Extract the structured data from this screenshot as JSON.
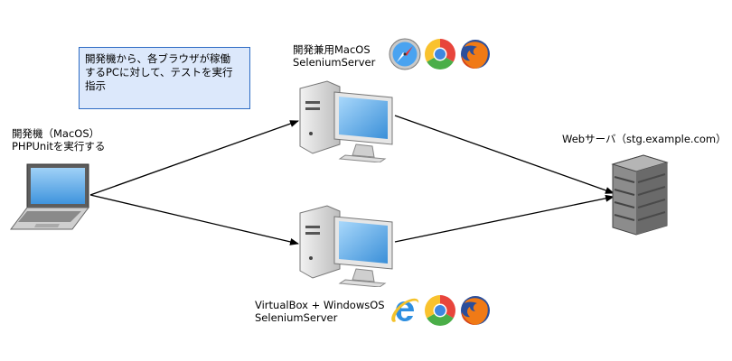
{
  "note": {
    "text": "開発機から、各ブラウザが稼働\nするPCに対して、テストを実行\n指示"
  },
  "nodes": {
    "dev_machine": {
      "label": "開発機（MacOS）\nPHPUnitを実行する",
      "icon": "laptop-icon"
    },
    "mac_selenium": {
      "label": "開発兼用MacOS\nSeleniumServer",
      "icon": "desktop-pc-icon",
      "browsers": [
        "safari-icon",
        "chrome-icon",
        "firefox-icon"
      ]
    },
    "win_selenium": {
      "label": "VirtualBox + WindowsOS\nSeleniumServer",
      "icon": "desktop-pc-icon",
      "browsers": [
        "internet-explorer-icon",
        "chrome-icon",
        "firefox-icon"
      ]
    },
    "web_server": {
      "label": "Webサーバ（stg.example.com）",
      "icon": "server-tower-icon"
    }
  },
  "edges": [
    {
      "from": "dev_machine",
      "to": "mac_selenium",
      "arrow": "end"
    },
    {
      "from": "dev_machine",
      "to": "win_selenium",
      "arrow": "end"
    },
    {
      "from": "mac_selenium",
      "to": "web_server",
      "arrow": "end"
    },
    {
      "from": "win_selenium",
      "to": "web_server",
      "arrow": "end"
    }
  ],
  "colors": {
    "note_fill": "#dce8fb",
    "note_border": "#2d6bc4",
    "edge": "#000000",
    "screen": "#6fb5f0"
  }
}
